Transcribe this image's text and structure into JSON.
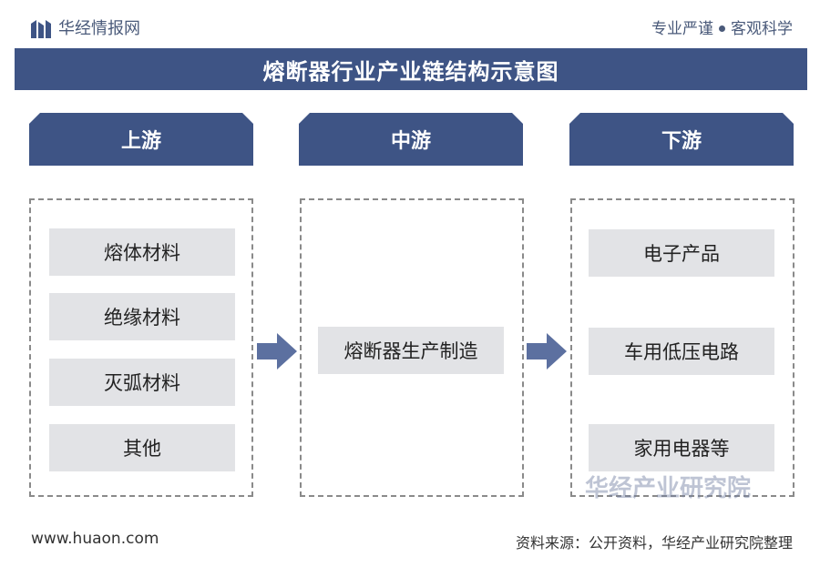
{
  "header": {
    "brand": "华经情报网",
    "slogan_left": "专业严谨",
    "slogan_right": "客观科学"
  },
  "title": "熔断器行业产业链结构示意图",
  "columns": [
    {
      "label": "上游",
      "items": [
        "熔体材料",
        "绝缘材料",
        "灭弧材料",
        "其他"
      ]
    },
    {
      "label": "中游",
      "items": [
        "熔断器生产制造"
      ]
    },
    {
      "label": "下游",
      "items": [
        "电子产品",
        "车用低压电路",
        "家用电器等"
      ]
    }
  ],
  "watermark": "华经产业研究院",
  "footer": {
    "url": "www.huaon.com",
    "source": "资料来源：公开资料，华经产业研究院整理"
  },
  "colors": {
    "primary": "#3e5485",
    "item_bg": "#e2e3e6",
    "arrow": "#5c70a0"
  }
}
